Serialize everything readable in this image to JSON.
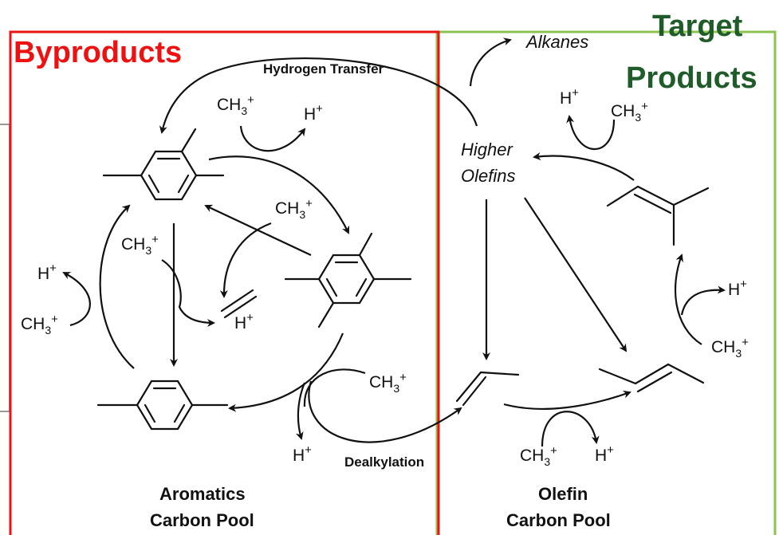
{
  "regions": {
    "byproducts": {
      "title": "Byproducts",
      "color": "#ee1111"
    },
    "target": {
      "title_line1": "Target",
      "title_line2": "Products",
      "color": "#8cc24e",
      "title_color": "#1f5c2a"
    }
  },
  "pools": {
    "aromatics_line1": "Aromatics",
    "aromatics_line2": "Carbon Pool",
    "olefin_line1": "Olefin",
    "olefin_line2": "Carbon Pool"
  },
  "labels": {
    "hydrogen_transfer": "Hydrogen Transfer",
    "dealkylation": "Dealkylation",
    "alkanes": "Alkanes",
    "higher_olefins_line1": "Higher",
    "higher_olefins_line2": "Olefins"
  },
  "species": {
    "methyl_cation": "CH",
    "methyl_sub": "3",
    "methyl_sup": "+",
    "proton": "H",
    "proton_sup": "+"
  }
}
